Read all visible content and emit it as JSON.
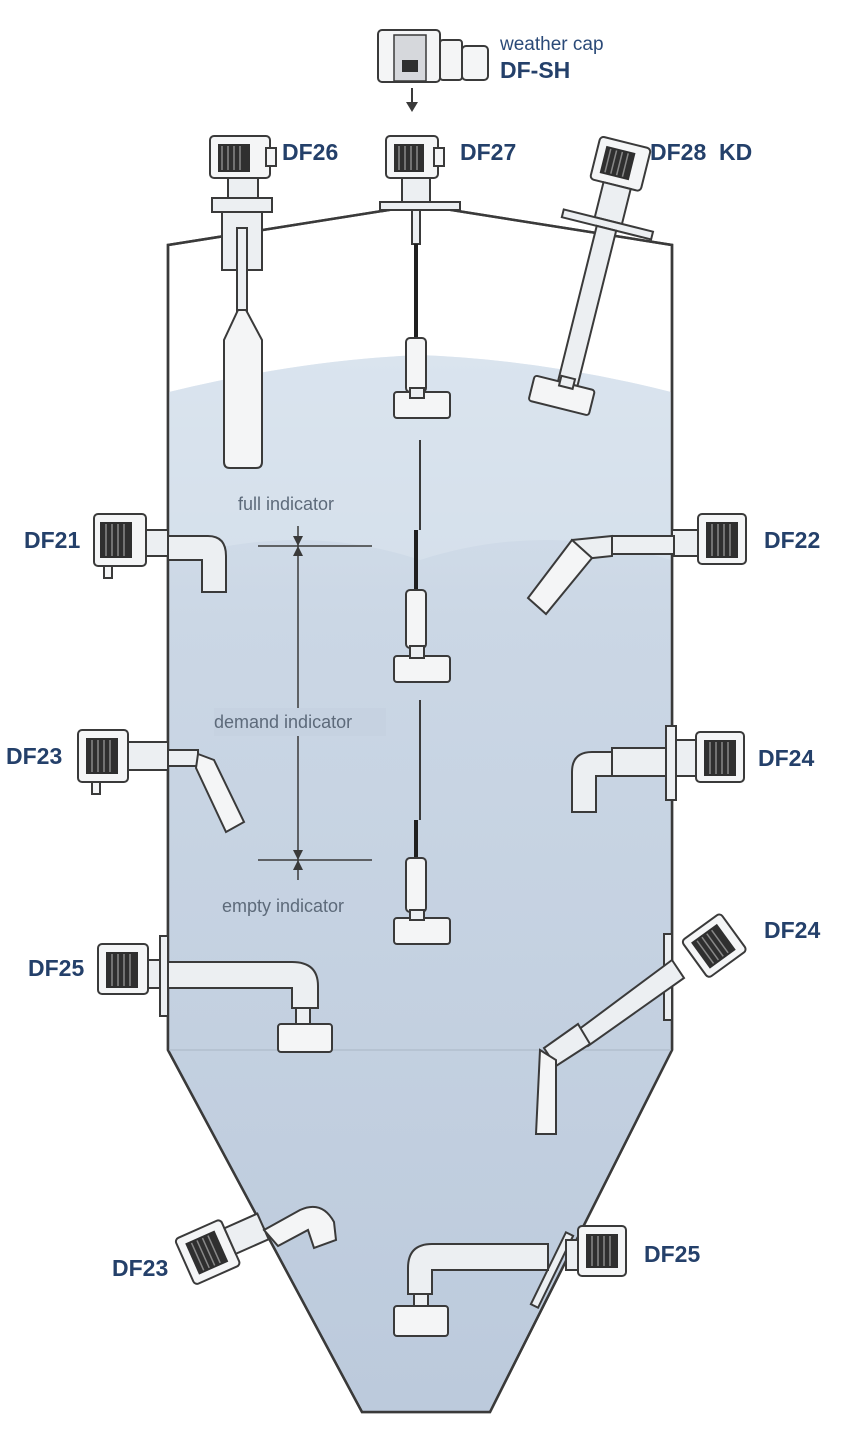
{
  "labels": {
    "weather_cap": "weather cap",
    "df_sh": "DF-SH",
    "df26": "DF26",
    "df27": "DF27",
    "df28": "DF28  KD",
    "df21": "DF21",
    "df22": "DF22",
    "df23_left": "DF23",
    "df24_right": "DF24",
    "df25_left": "DF25",
    "df24_angled": "DF24",
    "df23_bottom": "DF23",
    "df25_bottom": "DF25"
  },
  "indicators": {
    "full": "full indicator",
    "demand": "demand indicator",
    "empty": "empty indicator"
  },
  "colors": {
    "tank_fill": "#c3cfdf",
    "liquid_light": "#d3deea",
    "outline": "#3a3a3a",
    "label": "#24406a"
  }
}
